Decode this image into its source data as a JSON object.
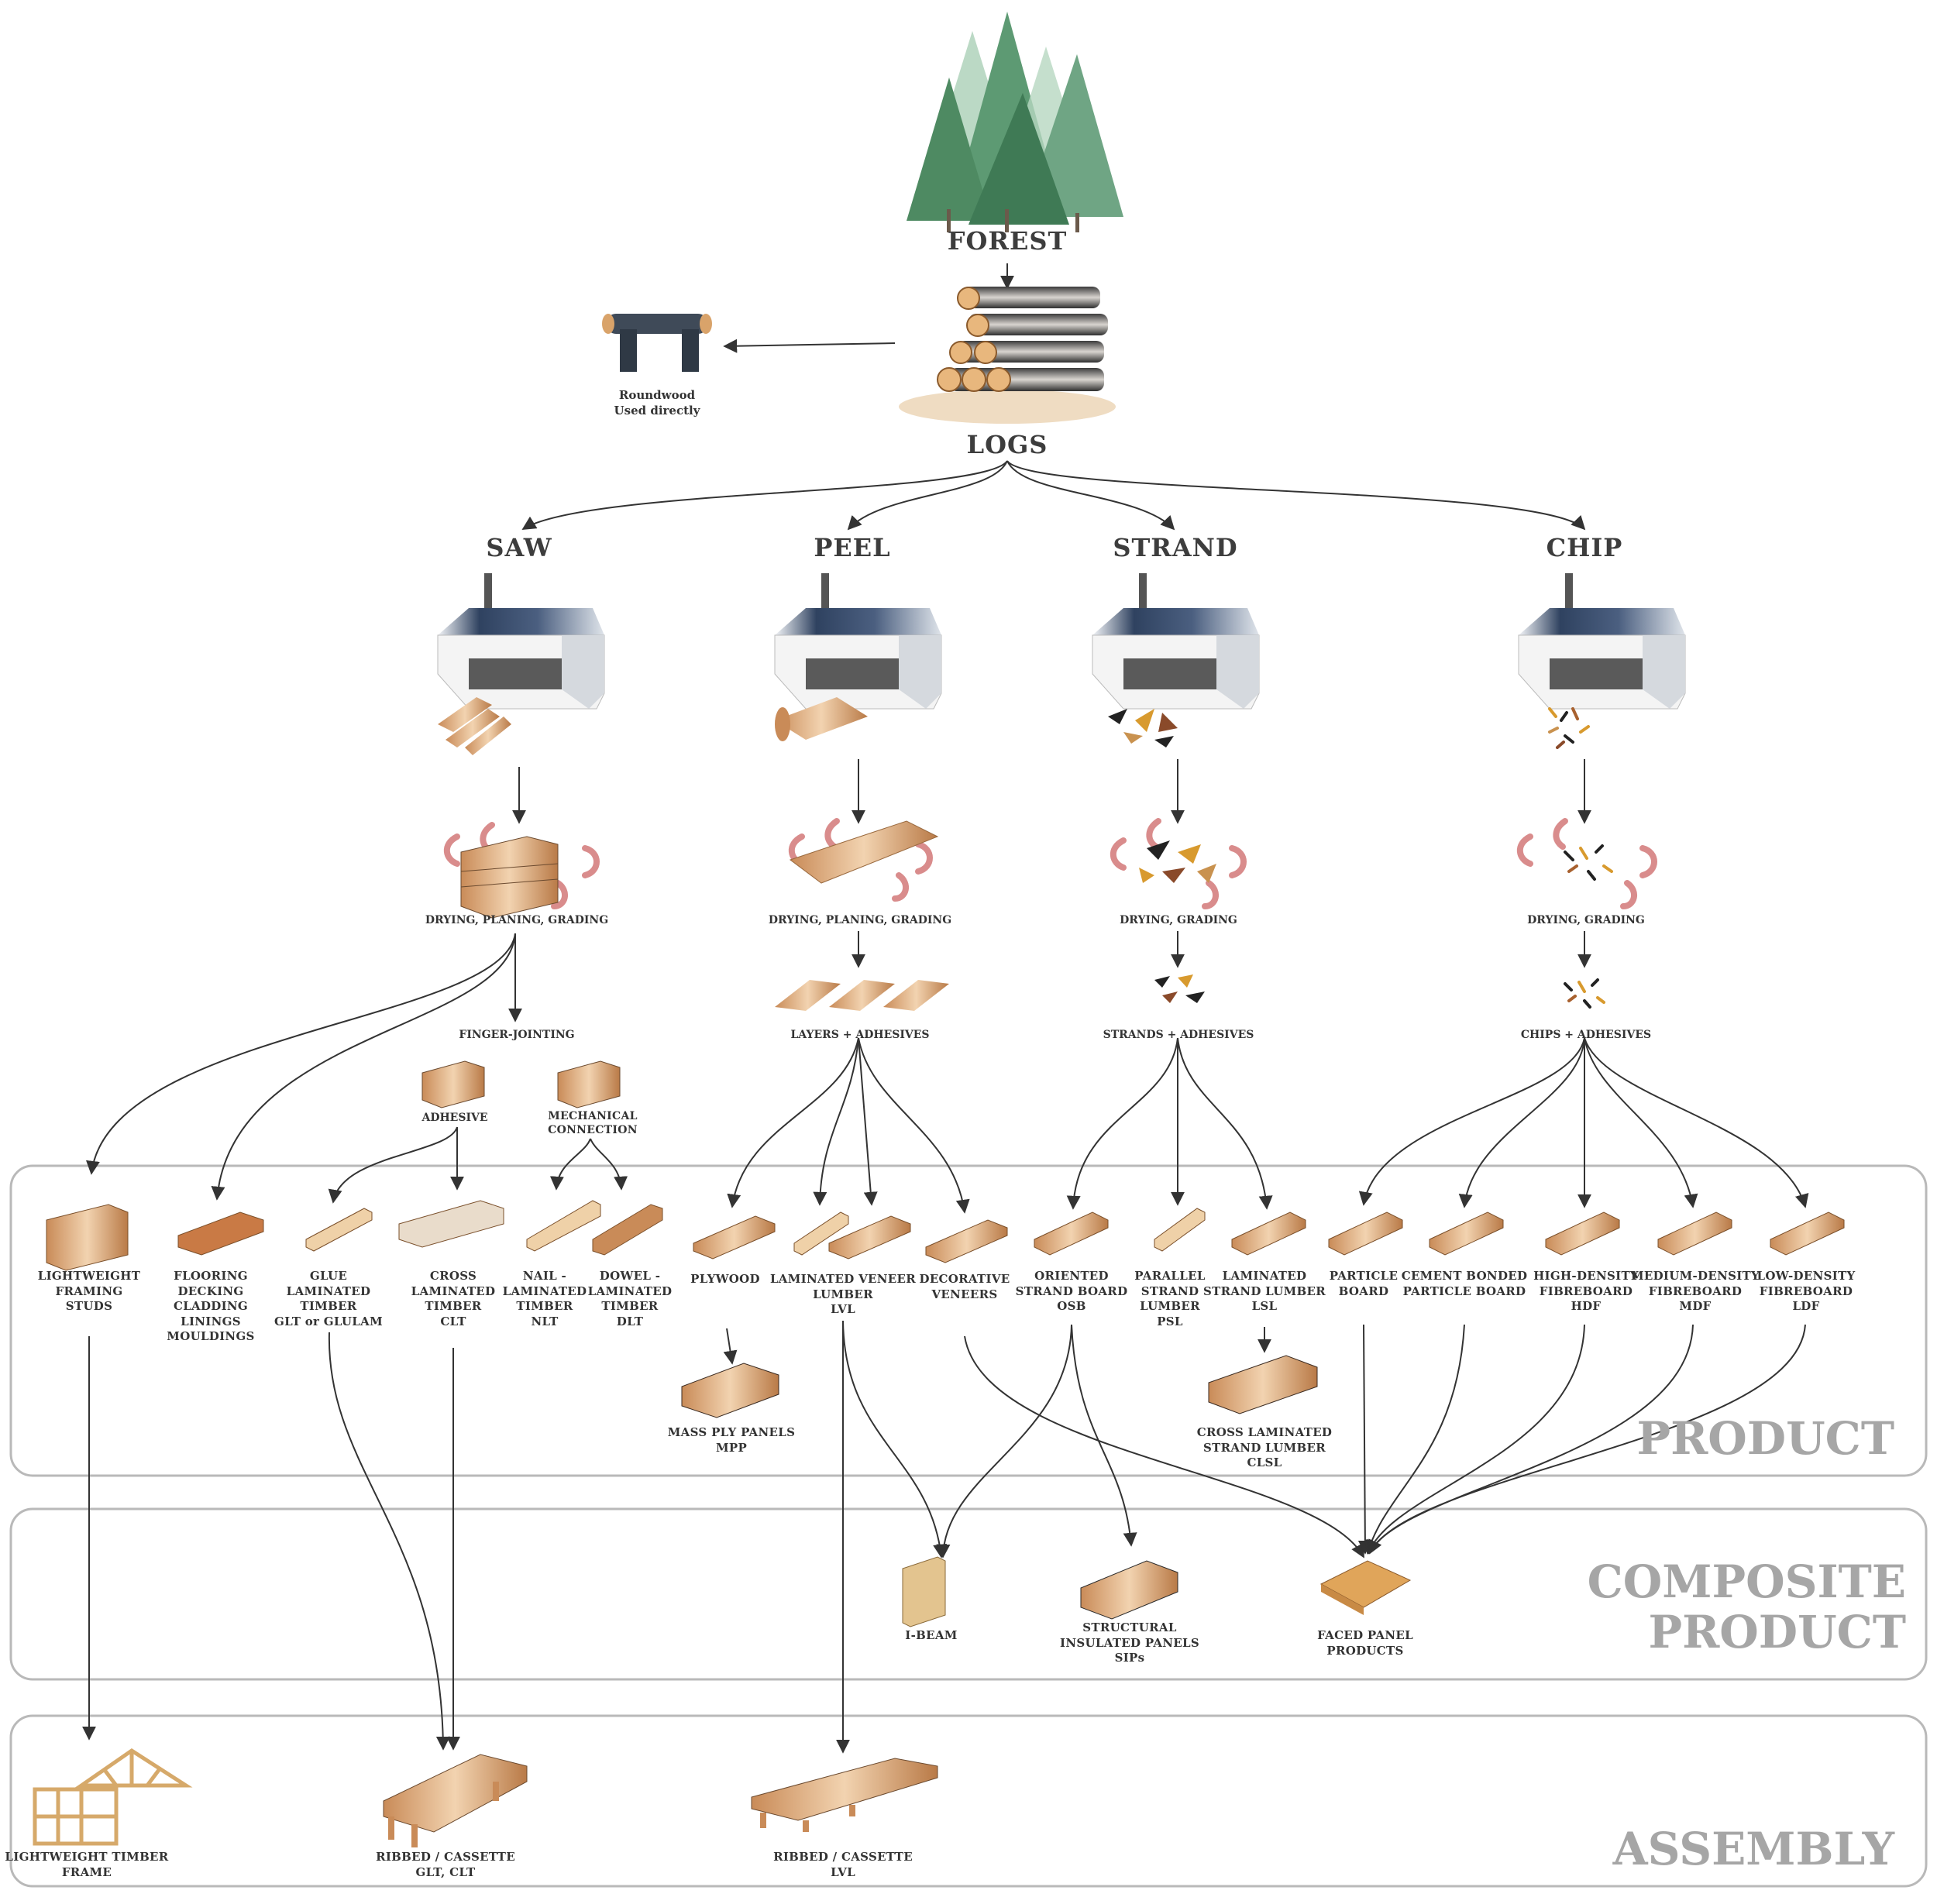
{
  "top": {
    "forest": "FOREST",
    "logs": "LOGS",
    "roundwood": "Roundwood\nUsed directly"
  },
  "processes": {
    "saw": "SAW",
    "peel": "PEEL",
    "strand": "STRAND",
    "chip": "CHIP"
  },
  "steps": {
    "saw_dry": "DRYING, PLANING, GRADING",
    "peel_dry": "DRYING, PLANING, GRADING",
    "strand_dry": "DRYING, GRADING",
    "chip_dry": "DRYING, GRADING",
    "finger_jointing": "FINGER-JOINTING",
    "adhesive": "ADHESIVE",
    "mechanical": "MECHANICAL\nCONNECTION",
    "layers": "LAYERS + ADHESIVES",
    "strands": "STRANDS + ADHESIVES",
    "chips": "CHIPS + ADHESIVES"
  },
  "tiers": {
    "product": "PRODUCT",
    "composite": "COMPOSITE\nPRODUCT",
    "assembly": "ASSEMBLY"
  },
  "products": {
    "studs": "LIGHTWEIGHT\nFRAMING\nSTUDS",
    "flooring": "FLOORING\nDECKING\nCLADDING\nLININGS\nMOULDINGS",
    "glulam": "GLUE\nLAMINATED\nTIMBER\nGLT or GLULAM",
    "clt": "CROSS\nLAMINATED\nTIMBER\nCLT",
    "nlt": "NAIL -\nLAMINATED\nTIMBER\nNLT",
    "dlt": "DOWEL -\nLAMINATED\nTIMBER\nDLT",
    "plywood": "PLYWOOD",
    "lvl": "LAMINATED VENEER\nLUMBER\nLVL",
    "veneers": "DECORATIVE\nVENEERS",
    "osb": "ORIENTED\nSTRAND BOARD\nOSB",
    "psl": "PARALLEL\nSTRAND\nLUMBER\nPSL",
    "lsl": "LAMINATED\nSTRAND LUMBER\nLSL",
    "particle": "PARTICLE\nBOARD",
    "cement": "CEMENT BONDED\nPARTICLE BOARD",
    "hdf": "HIGH-DENSITY\nFIBREBOARD\nHDF",
    "mdf": "MEDIUM-DENSITY\nFIBREBOARD\nMDF",
    "ldf": "LOW-DENSITY\nFIBREBOARD\nLDF",
    "mpp": "MASS PLY PANELS\nMPP",
    "clsl": "CROSS LAMINATED\nSTRAND LUMBER\nCLSL"
  },
  "composites": {
    "ibeam": "I-BEAM",
    "sips": "STRUCTURAL\nINSULATED PANELS\nSIPs",
    "faced": "FACED PANEL\nPRODUCTS"
  },
  "assemblies": {
    "frame": "LIGHTWEIGHT TIMBER\nFRAME",
    "ribbed_glt": "RIBBED / CASSETTE\nGLT, CLT",
    "ribbed_lvl": "RIBBED / CASSETTE\nLVL"
  },
  "icons": {
    "forest": "pine-trees-icon",
    "logs": "log-pile-icon",
    "roundwood": "roundwood-bench-icon",
    "mill": "sawmill-building-icon",
    "lumber": "lumber-stack-icon",
    "veneer": "veneer-sheet-icon",
    "strands": "wood-strands-icon",
    "chips": "wood-chips-icon",
    "drying": "drying-arrows-icon",
    "board": "board-icon",
    "panel": "panel-icon",
    "ibeam": "i-beam-icon",
    "truss": "timber-frame-icon",
    "cassette": "ribbed-cassette-icon"
  },
  "colors": {
    "roof": "#2f4260",
    "wood_light": "#e2b68a",
    "wood_dark": "#a86a3a",
    "tree": "#4e8a62",
    "tier_text": "#a6a6a6",
    "box_stroke": "#b9b9b9",
    "arrow": "#333333",
    "drying": "#d98c8c"
  }
}
